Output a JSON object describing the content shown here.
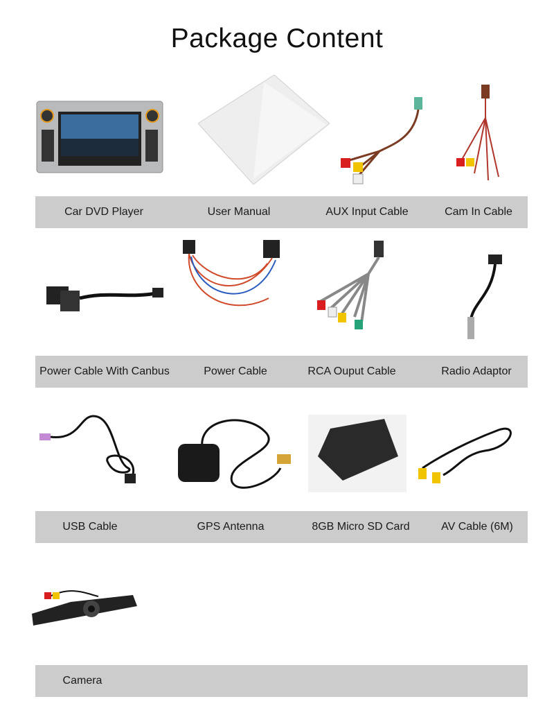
{
  "title": "Package Content",
  "rows": [
    {
      "items": [
        "Car DVD Player",
        "User Manual",
        "AUX Input Cable",
        "Cam In Cable"
      ]
    },
    {
      "items": [
        "Power Cable With Canbus",
        "Power Cable",
        "RCA Ouput Cable",
        "Radio Adaptor"
      ]
    },
    {
      "items": [
        "USB Cable",
        "GPS Antenna",
        "8GB Micro SD Card",
        "AV Cable (6M)"
      ]
    },
    {
      "items": [
        "Camera"
      ]
    }
  ],
  "colors": {
    "label_bar": "#cccccc",
    "text": "#1a1a1a"
  }
}
